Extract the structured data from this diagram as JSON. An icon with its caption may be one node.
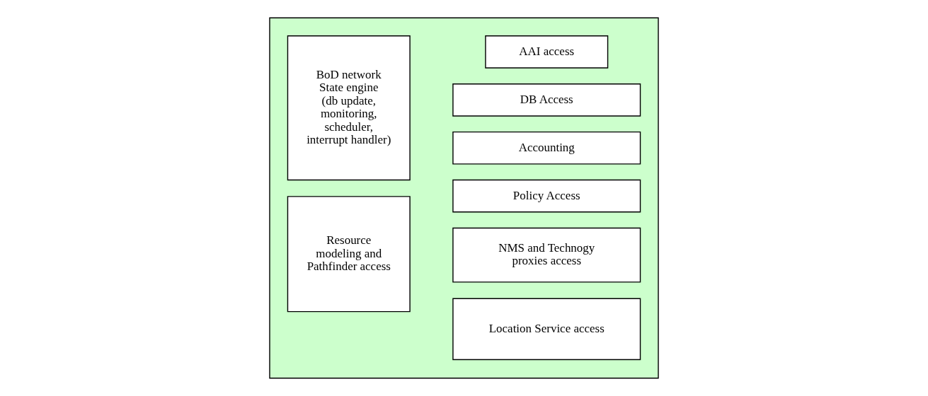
{
  "diagram": {
    "nodes": [
      {
        "text": [],
        "shape": "box"
      },
      {
        "text": [
          "BoD network State engine (db update, monitoring, scheduler, interrupt handler)"
        ],
        "in": 0
      },
      {
        "text": [
          "Resource modeling and Pathfinder access"
        ],
        "in": 0
      },
      {
        "text": [
          "AAI access"
        ],
        "in": 0
      },
      {
        "text": [
          "DB Access"
        ],
        "in": 0
      },
      {
        "text": [
          "Accounting"
        ],
        "in": 0
      },
      {
        "text": [
          "Policy Access"
        ],
        "in": 0
      },
      {
        "text": [
          "NMS and Technogy proxies access"
        ],
        "in": 0
      },
      {
        "text": [
          "Location Service access"
        ],
        "in": 0
      }
    ],
    "edges": []
  }
}
